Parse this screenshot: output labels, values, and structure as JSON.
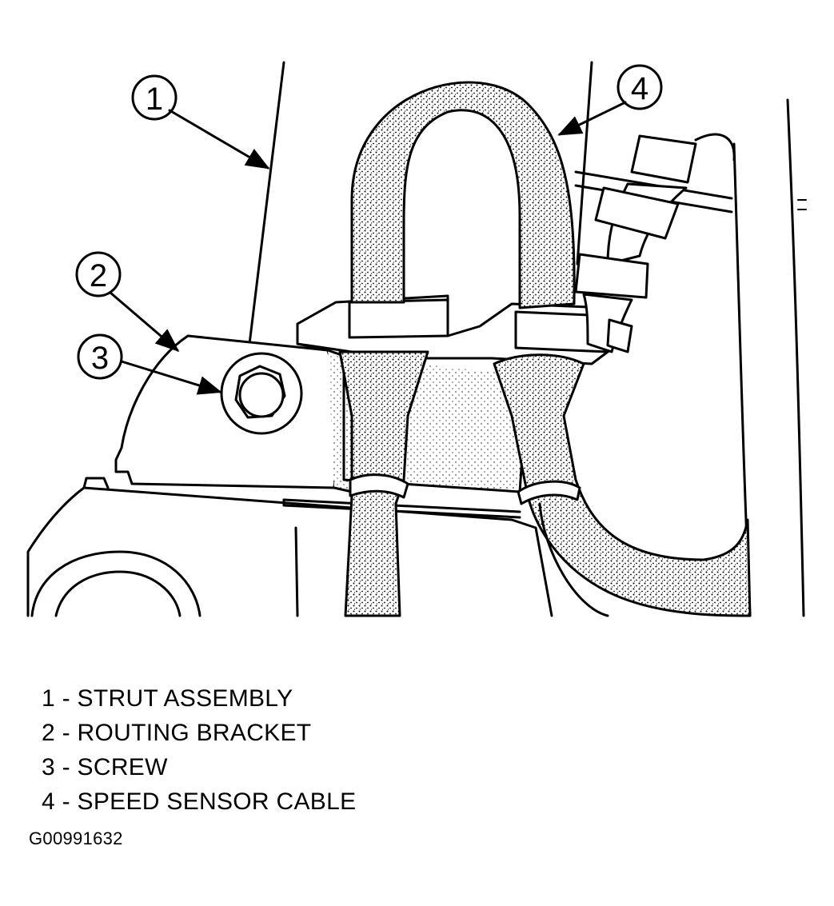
{
  "callouts": [
    {
      "number": "1",
      "label": "STRUT ASSEMBLY"
    },
    {
      "number": "2",
      "label": "ROUTING BRACKET"
    },
    {
      "number": "3",
      "label": "SCREW"
    },
    {
      "number": "4",
      "label": "SPEED SENSOR CABLE"
    }
  ],
  "legend": [
    "1 - STRUT ASSEMBLY",
    "2 - ROUTING BRACKET",
    "3 - SCREW",
    "4 - SPEED SENSOR CABLE"
  ],
  "figure_id": "G00991632",
  "colors": {
    "ink": "#000000",
    "paper": "#ffffff",
    "stipple": "#b8b8b8"
  }
}
